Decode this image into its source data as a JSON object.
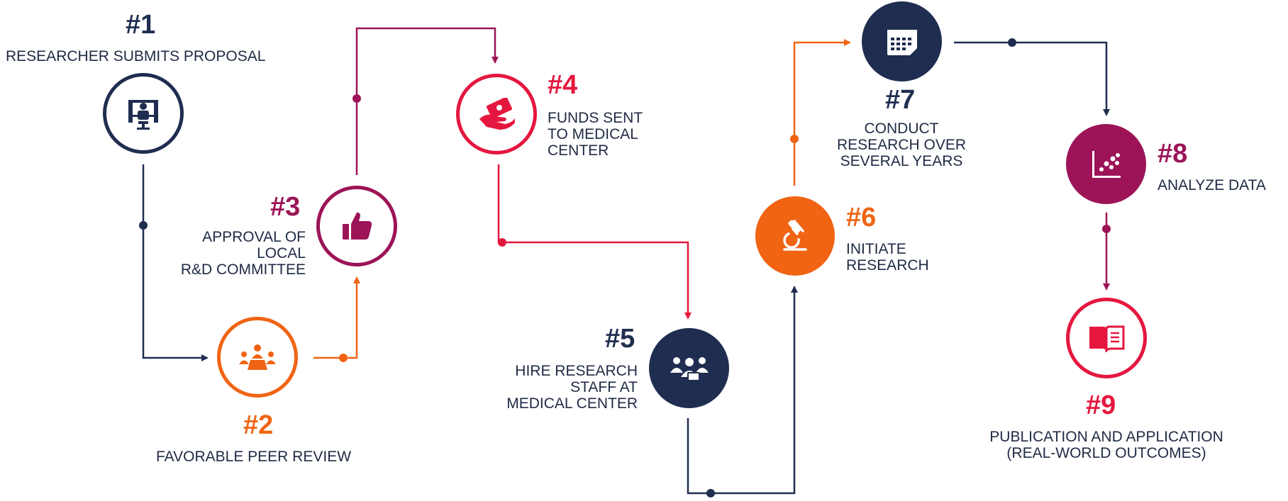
{
  "colors": {
    "navy": "#1f2d50",
    "orange": "#f06414",
    "plum": "#9c1457",
    "red": "#e5173f"
  },
  "steps": [
    {
      "number": "#1",
      "label": "RESEARCHER  SUBMITS PROPOSAL",
      "icon": "desk-worker-icon",
      "color": "navy",
      "style": "outline"
    },
    {
      "number": "#2",
      "label": "FAVORABLE  PEER REVIEW",
      "icon": "meeting-group-icon",
      "color": "orange",
      "style": "outline"
    },
    {
      "number": "#3",
      "label": "APPROVAL OF\nLOCAL\nR&D COMMITTEE",
      "icon": "thumbs-up-icon",
      "color": "plum",
      "style": "outline"
    },
    {
      "number": "#4",
      "label": "FUNDS SENT\nTO MEDICAL\nCENTER",
      "icon": "money-hand-icon",
      "color": "red",
      "style": "outline"
    },
    {
      "number": "#5",
      "label": "HIRE RESEARCH\nSTAFF AT\nMEDICAL CENTER",
      "icon": "staff-group-icon",
      "color": "navy",
      "style": "filled"
    },
    {
      "number": "#6",
      "label": "INITIATE\nRESEARCH",
      "icon": "microscope-icon",
      "color": "orange",
      "style": "filled"
    },
    {
      "number": "#7",
      "label": "CONDUCT\nRESEARCH OVER\nSEVERAL  YEARS",
      "icon": "calendar-icon",
      "color": "navy",
      "style": "filled"
    },
    {
      "number": "#8",
      "label": "ANALYZE  DATA",
      "icon": "scatter-plot-icon",
      "color": "plum",
      "style": "filled"
    },
    {
      "number": "#9",
      "label": "PUBLICATION AND APPLICATION\n(REAL-WORLD OUTCOMES)",
      "icon": "open-book-icon",
      "color": "red",
      "style": "outline"
    }
  ]
}
